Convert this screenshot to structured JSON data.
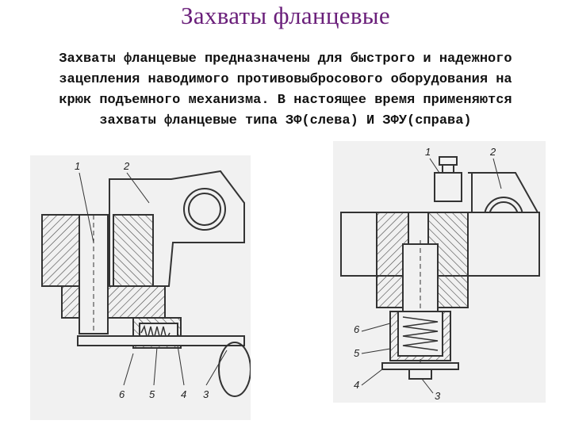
{
  "slide": {
    "title": "Захваты фланцевые",
    "paragraph_lines": [
      "Захваты фланцевые предназначены для быстрого и надежного",
      "зацепления наводимого противовыбросового оборудования на",
      "крюк подъемного механизма. В настоящее время применяются",
      "захваты фланцевые типа ЗФ(слева) И ЗФУ(справа)"
    ]
  },
  "figures": {
    "left": {
      "callouts": [
        "1",
        "2",
        "6",
        "5",
        "4",
        "3"
      ]
    },
    "right": {
      "callouts": [
        "1",
        "2",
        "6",
        "5",
        "4",
        "3"
      ]
    }
  },
  "colors": {
    "title": "#6a1f7a",
    "text": "#111111",
    "drawing_background": "#f1f1f1",
    "line": "#333333"
  }
}
